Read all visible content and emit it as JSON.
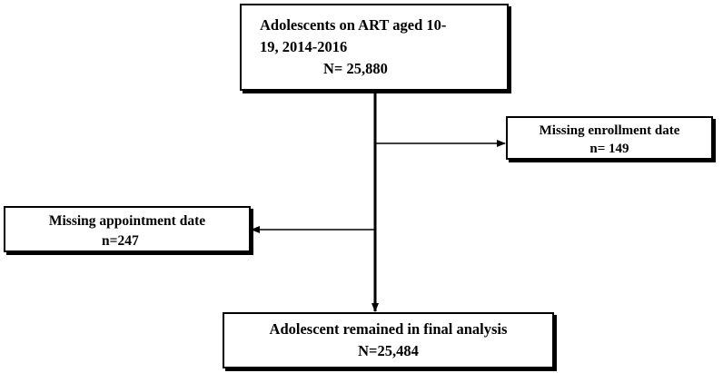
{
  "flowchart": {
    "start": {
      "line1": "Adolescents on ART aged 10-",
      "line2": "19, 2014-2016",
      "count": "N= 25,880"
    },
    "exclusion_1": {
      "label": "Missing enrollment date",
      "count": "n= 149"
    },
    "exclusion_2": {
      "label": "Missing appointment date",
      "count": "n=247"
    },
    "final": {
      "label": "Adolescent remained in final analysis",
      "count": "N=25,484"
    }
  }
}
